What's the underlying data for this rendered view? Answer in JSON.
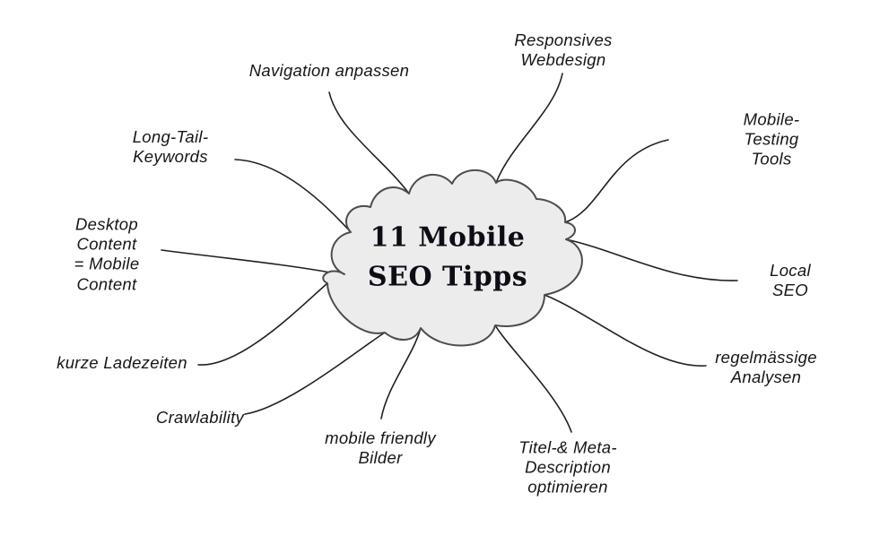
{
  "diagram": {
    "title_line1": "11 Mobile",
    "title_line2": "SEO Tipps",
    "nodes": [
      {
        "id": "responsives-webdesign",
        "label": "Responsives\nWebdesign"
      },
      {
        "id": "navigation-anpassen",
        "label": "Navigation anpassen"
      },
      {
        "id": "long-tail-keywords",
        "label": "Long-Tail-\nKeywords"
      },
      {
        "id": "desktop-content",
        "label": "Desktop\nContent\n= Mobile\nContent"
      },
      {
        "id": "kurze-ladezeiten",
        "label": "kurze Ladezeiten"
      },
      {
        "id": "crawlability",
        "label": "Crawlability"
      },
      {
        "id": "mobile-friendly-bilder",
        "label": "mobile friendly\nBilder"
      },
      {
        "id": "titel-meta-description",
        "label": "Titel-& Meta-\nDescription\noptimieren"
      },
      {
        "id": "regelmaessige-analysen",
        "label": "regelmässige\nAnalysen"
      },
      {
        "id": "local-seo",
        "label": "Local SEO"
      },
      {
        "id": "mobile-testing-tools",
        "label": "Mobile-Testing Tools"
      }
    ],
    "colors": {
      "cloud_fill": "#ececec",
      "cloud_stroke": "#4d4d4d",
      "connector": "#1f1f1f",
      "label_text": "#161616",
      "title_text": "#0d0d16"
    }
  }
}
